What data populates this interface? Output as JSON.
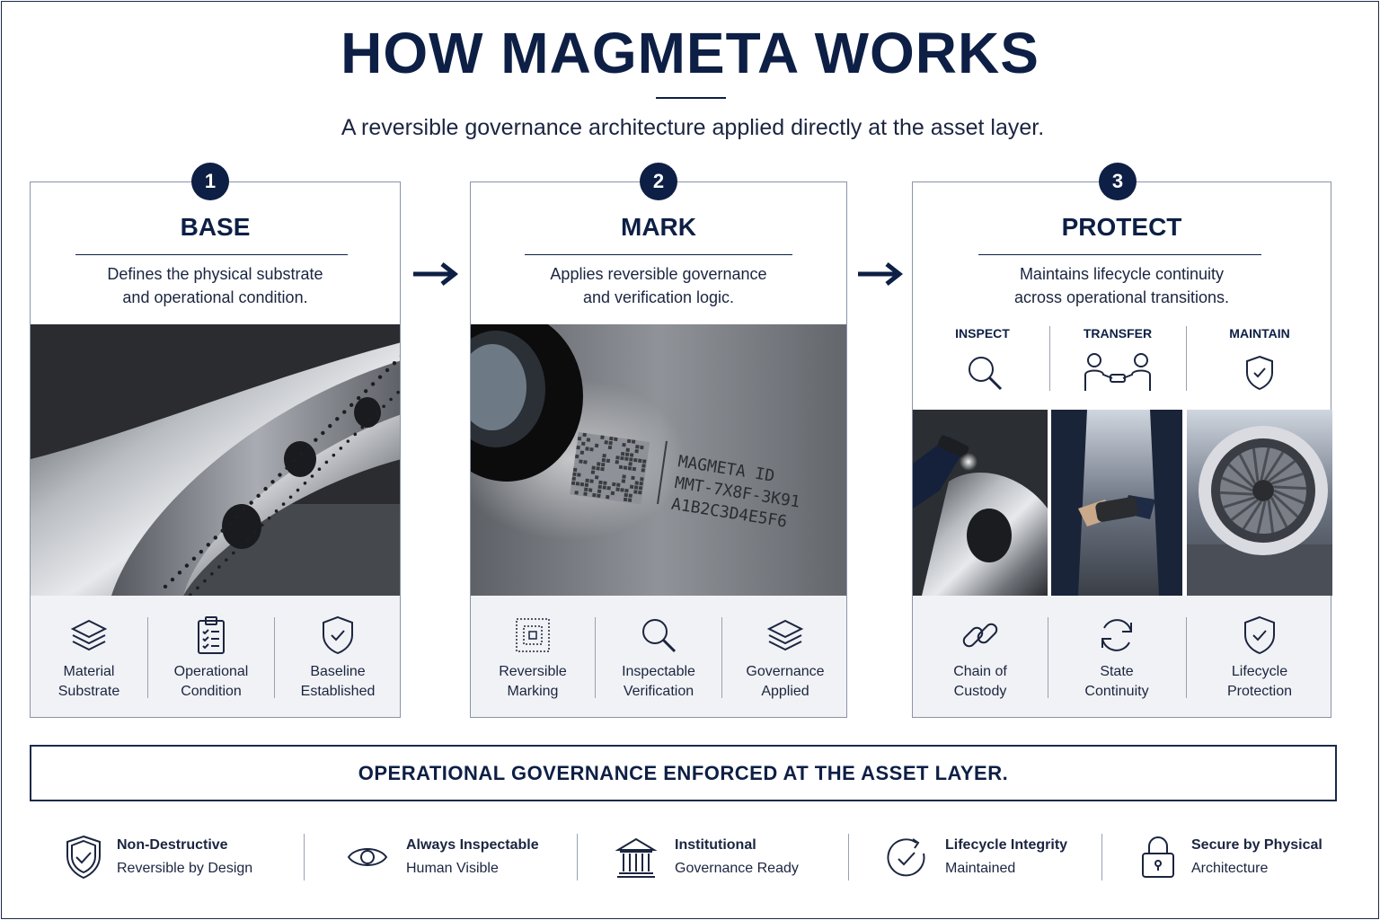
{
  "header": {
    "title": "HOW MAGMETA WORKS",
    "subtitle": "A reversible governance architecture applied directly at the asset layer."
  },
  "steps": [
    {
      "number": "1",
      "title": "BASE",
      "desc_line1": "Defines the physical substrate",
      "desc_line2": "and operational condition.",
      "features": [
        {
          "icon": "layers-icon",
          "line1": "Material",
          "line2": "Substrate"
        },
        {
          "icon": "clipboard-checklist-icon",
          "line1": "Operational",
          "line2": "Condition"
        },
        {
          "icon": "shield-check-icon",
          "line1": "Baseline",
          "line2": "Established"
        }
      ]
    },
    {
      "number": "2",
      "title": "MARK",
      "desc_line1": "Applies reversible governance",
      "desc_line2": "and verification logic.",
      "engraving": {
        "line1": "MAGMETA ID",
        "line2": "MMT-7X8F-3K91",
        "line3": "A1B2C3D4E5F6"
      },
      "features": [
        {
          "icon": "qr-code-icon",
          "line1": "Reversible",
          "line2": "Marking"
        },
        {
          "icon": "magnifier-icon",
          "line1": "Inspectable",
          "line2": "Verification"
        },
        {
          "icon": "layers-icon",
          "line1": "Governance",
          "line2": "Applied"
        }
      ]
    },
    {
      "number": "3",
      "title": "PROTECT",
      "desc_line1": "Maintains lifecycle continuity",
      "desc_line2": "across operational transitions.",
      "stages": [
        {
          "label": "INSPECT",
          "icon": "magnifier-icon"
        },
        {
          "label": "TRANSFER",
          "icon": "handover-icon"
        },
        {
          "label": "MAINTAIN",
          "icon": "shield-check-icon"
        }
      ],
      "features": [
        {
          "icon": "chain-link-icon",
          "line1": "Chain of",
          "line2": "Custody"
        },
        {
          "icon": "refresh-icon",
          "line1": "State",
          "line2": "Continuity"
        },
        {
          "icon": "shield-check-icon",
          "line1": "Lifecycle",
          "line2": "Protection"
        }
      ]
    }
  ],
  "banner": "OPERATIONAL GOVERNANCE ENFORCED AT THE ASSET LAYER.",
  "bottom_items": [
    {
      "icon": "shield-check-icon",
      "title": "Non-Destructive",
      "subtitle": "Reversible by Design"
    },
    {
      "icon": "eye-icon",
      "title": "Always Inspectable",
      "subtitle": "Human Visible"
    },
    {
      "icon": "institution-icon",
      "title": "Institutional",
      "subtitle": "Governance Ready"
    },
    {
      "icon": "cycle-check-icon",
      "title": "Lifecycle Integrity",
      "subtitle": "Maintained"
    },
    {
      "icon": "padlock-icon",
      "title": "Secure by Physical",
      "subtitle": "Architecture"
    }
  ],
  "colors": {
    "navy": "#0d1f45",
    "border": "#8a93a8",
    "strip": "#f1f2f5"
  }
}
